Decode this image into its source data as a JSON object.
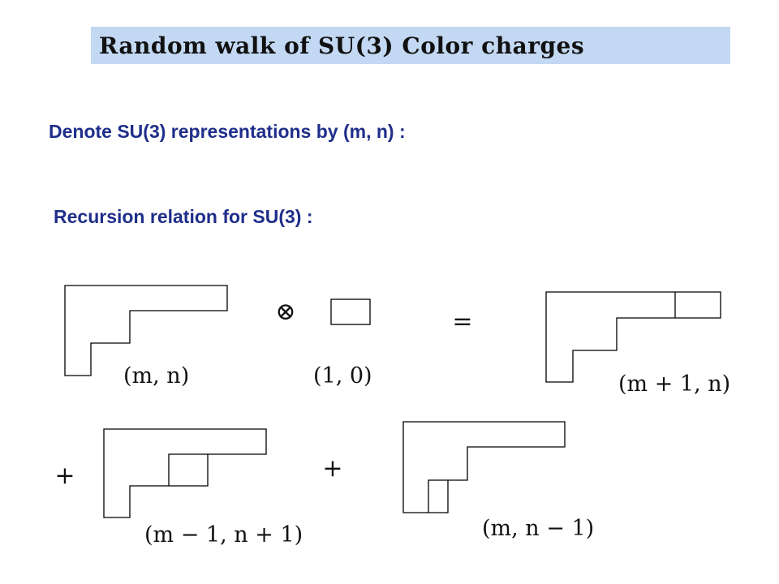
{
  "slide": {
    "title": "Random walk of SU(3) Color charges",
    "line1": "Denote SU(3) representations by (m, n) :",
    "line2": "Recursion relation for SU(3) :"
  },
  "diagram": {
    "operators": {
      "tensor": "⊗",
      "equals": "=",
      "plus_left": "+",
      "plus_right": "+"
    },
    "labels": {
      "rep_mn": "(m, n)",
      "rep_10": "(1, 0)",
      "rep_m1n": "(m + 1, n)",
      "rep_m_1n1": "(m − 1, n + 1)",
      "rep_mn_1": "(m, n − 1)"
    }
  }
}
